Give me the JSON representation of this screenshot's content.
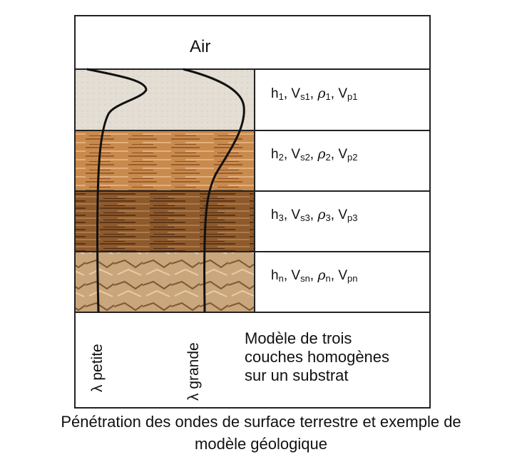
{
  "air_label": "Air",
  "layers": [
    {
      "h": "h",
      "h_sub": "1",
      "vs": "V",
      "vs_sub": "s1",
      "rho": "ρ",
      "rho_sub": "1",
      "vp": "V",
      "vp_sub": "p1"
    },
    {
      "h": "h",
      "h_sub": "2",
      "vs": "V",
      "vs_sub": "s2",
      "rho": "ρ",
      "rho_sub": "2",
      "vp": "V",
      "vp_sub": "p2"
    },
    {
      "h": "h",
      "h_sub": "3",
      "vs": "V",
      "vs_sub": "s3",
      "rho": "ρ",
      "rho_sub": "3",
      "vp": "V",
      "vp_sub": "p3"
    },
    {
      "h": "h",
      "h_sub": "n",
      "vs": "V",
      "vs_sub": "sn",
      "rho": "ρ",
      "rho_sub": "n",
      "vp": "V",
      "vp_sub": "pn"
    }
  ],
  "wave_labels": {
    "small": "λ petite",
    "large": "λ grande"
  },
  "model_description": [
    "Modèle de trois",
    "couches homogènes",
    "sur un substrat"
  ],
  "caption": [
    "Pénétration des ondes de surface terrestre et exemple de",
    "modèle géologique"
  ]
}
